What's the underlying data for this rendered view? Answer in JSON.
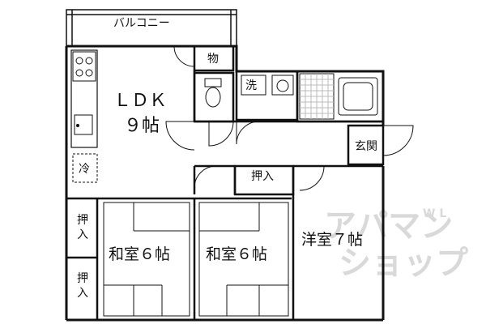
{
  "rooms": {
    "balcony": "バルコニー",
    "storage": "物",
    "ldk": "ＬＤＫ",
    "ldk_size": "９帖",
    "laundry": "洗",
    "fridge": "冷",
    "entrance": "玄関",
    "closet_hall": "押入",
    "closet_left_top_1": "押",
    "closet_left_top_2": "入",
    "closet_left_bottom_1": "押",
    "closet_left_bottom_2": "入",
    "washitsu_1": "和室６帖",
    "washitsu_2": "和室６帖",
    "youshitsu": "洋室７帖"
  },
  "watermark": {
    "line1": "アパマン",
    "line2": "ショップ",
    "brand_mark": "W L"
  },
  "colors": {
    "wall": "#111111",
    "watermark": "#d9d9d9",
    "tile": "#bbbbbb"
  },
  "icons": [
    "stove-icon",
    "sink-icon",
    "toilet-icon",
    "washbasin-icon",
    "bathtub-icon",
    "door-swing-icon"
  ]
}
